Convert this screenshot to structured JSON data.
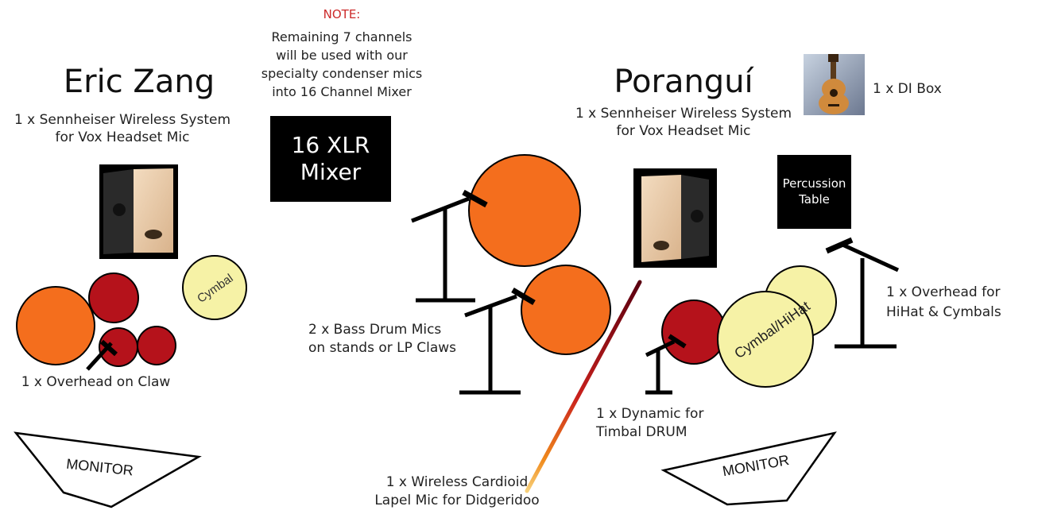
{
  "note": {
    "heading": "NOTE:",
    "lines": [
      "Remaining 7 channels",
      "will be used with our",
      "specialty condenser mics",
      "into 16 Channel Mixer"
    ]
  },
  "mixer": {
    "line1": "16 XLR",
    "line2": "Mixer"
  },
  "left": {
    "name": "Eric Zang",
    "wireless_line1": "1 x Sennheiser Wireless System",
    "wireless_line2": "for Vox Headset Mic",
    "cymbal": "Cymbal",
    "overhead": "1 x Overhead on Claw",
    "monitor": "MONITOR"
  },
  "center": {
    "bass_line1": "2 x Bass Drum Mics",
    "bass_line2": "on stands or LP Claws",
    "lapel_line1": "1 x Wireless Cardioid",
    "lapel_line2": "Lapel Mic for Didgeridoo"
  },
  "right": {
    "name": "Poranguí",
    "wireless_line1": "1 x Sennheiser Wireless System",
    "wireless_line2": "for Vox Headset Mic",
    "di_box": "1 x DI Box",
    "percussion_line1": "Percussion",
    "percussion_line2": "Table",
    "cymbal_hihat": "Cymbal/HiHat",
    "overhead_line1": "1 x Overhead for",
    "overhead_line2": "HiHat & Cymbals",
    "dynamic_line1": "1 x Dynamic for",
    "dynamic_line2": "Timbal DRUM",
    "monitor": "MONITOR"
  },
  "colors": {
    "orange_drum": "#f46e1d",
    "red_drum": "#b5121b",
    "cymbal": "#f6f2a6",
    "black": "#000000",
    "note_red": "#cc2a2a"
  }
}
